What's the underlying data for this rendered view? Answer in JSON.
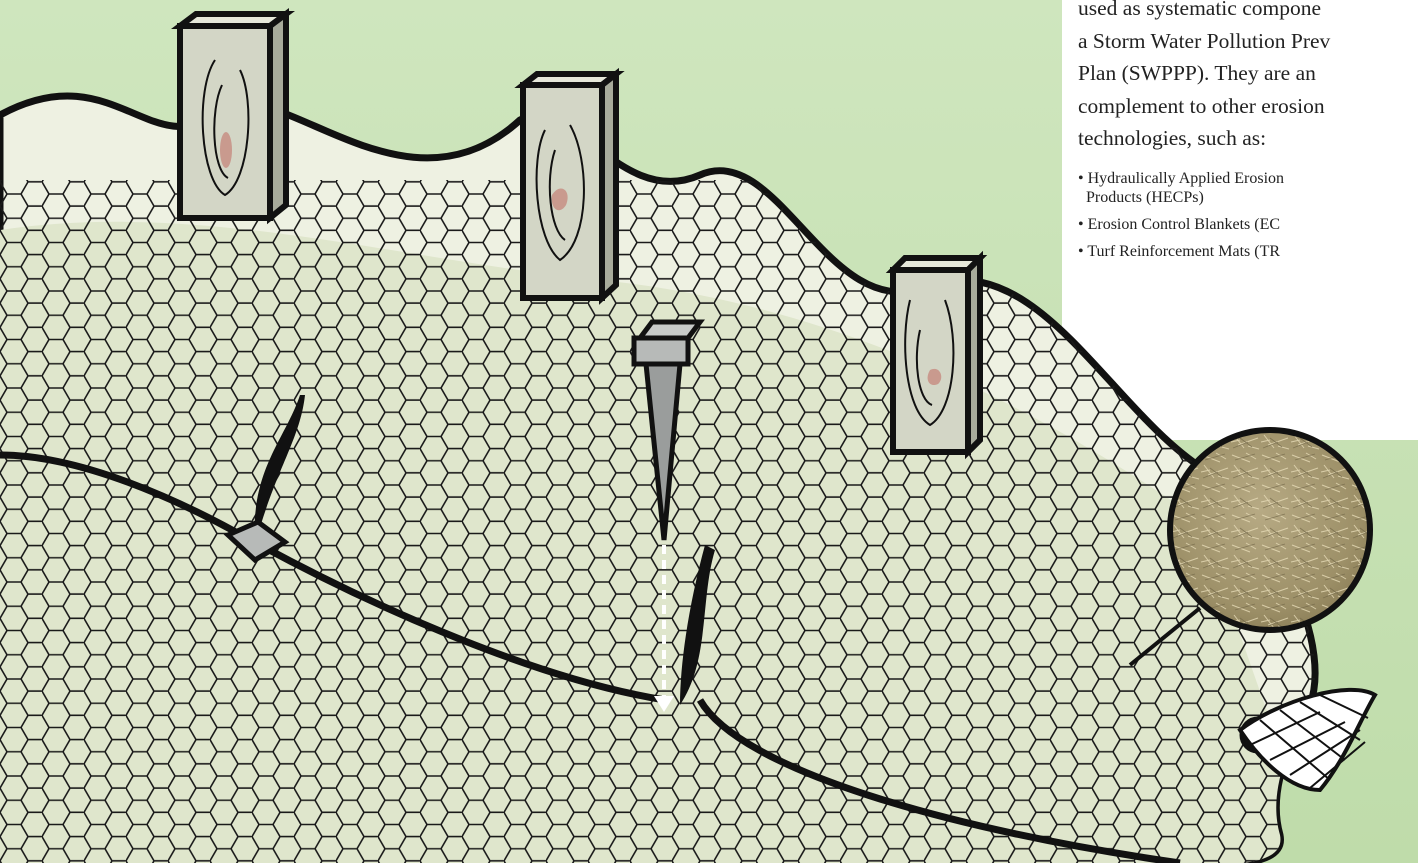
{
  "intro_lines": [
    "used as systematic compone",
    "a Storm Water Pollution Prev",
    "Plan (SWPPP). They are an",
    "complement to other erosion",
    "technologies, such as:"
  ],
  "bullets": [
    {
      "line1": "• Hydraulically Applied Erosion",
      "line2": "Products (HECPs)"
    },
    {
      "line1": "• Erosion Control Blankets (EC",
      "line2": ""
    },
    {
      "line1": "• Turf Reinforcement Mats (TR",
      "line2": ""
    }
  ],
  "colors": {
    "background_top": "#cfe6be",
    "background_bottom": "#9ccfb6",
    "ground": "#8fc2ae",
    "sock_fill": "#eef1e2",
    "mesh_fill": "#dfe6cc",
    "outline": "#111111",
    "stake_wood": "#d3d6c6",
    "stake_side": "#a8ab9b",
    "knot": "#c99a8e",
    "metal_stake": "#9a9d9c",
    "fiber_texture": "#a89a72"
  },
  "icons": [
    "wooden-stake-icon",
    "metal-staple-icon",
    "fiber-magnifier-icon",
    "end-knot-icon",
    "infiltration-arrow-icon"
  ]
}
